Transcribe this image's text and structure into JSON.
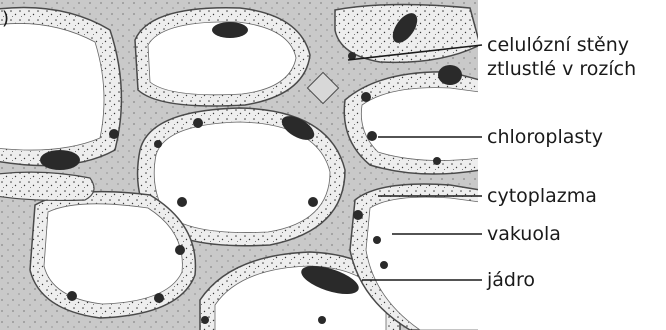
{
  "figure": {
    "marker": ")",
    "labels": [
      {
        "id": "cell-walls",
        "lines": [
          "celulózní stěny",
          "ztlustlé v rozích"
        ]
      },
      {
        "id": "chloroplasts",
        "lines": [
          "chloroplasty"
        ]
      },
      {
        "id": "cytoplasm",
        "lines": [
          "cytoplazma"
        ]
      },
      {
        "id": "vacuole",
        "lines": [
          "vakuola"
        ]
      },
      {
        "id": "nucleus",
        "lines": [
          "jádro"
        ]
      }
    ]
  },
  "colors": {
    "wall": "#c4c4c4",
    "wall_edge": "#4a4a4a",
    "vacuole": "#ffffff",
    "organelle": "#2a2a2a",
    "leader": "#1a1a1a"
  }
}
